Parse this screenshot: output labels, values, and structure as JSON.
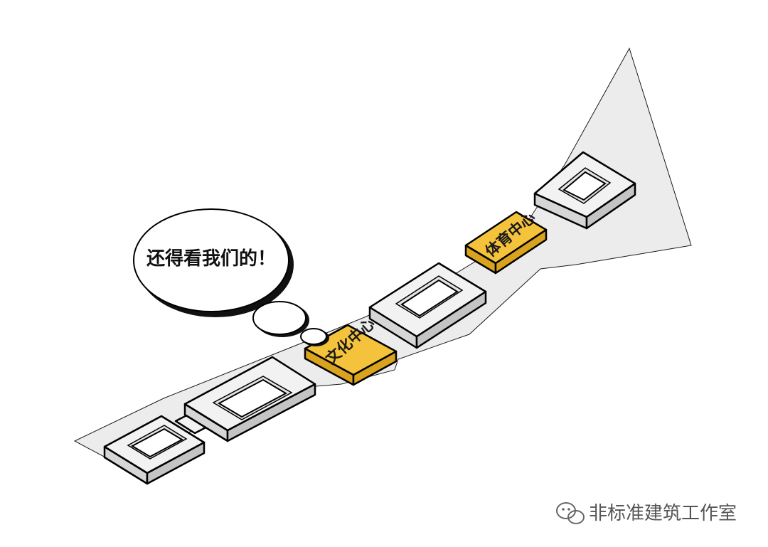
{
  "speech_bubble": {
    "text": "还得看我们的！"
  },
  "labels": {
    "culture_center": "文化中心",
    "sports_center": "体育中心"
  },
  "watermark": {
    "text": "非标准建筑工作室",
    "icon": "wechat-icon"
  },
  "colors": {
    "site": "#ececec",
    "highlight": "#f5c33b",
    "outline": "#000000"
  }
}
